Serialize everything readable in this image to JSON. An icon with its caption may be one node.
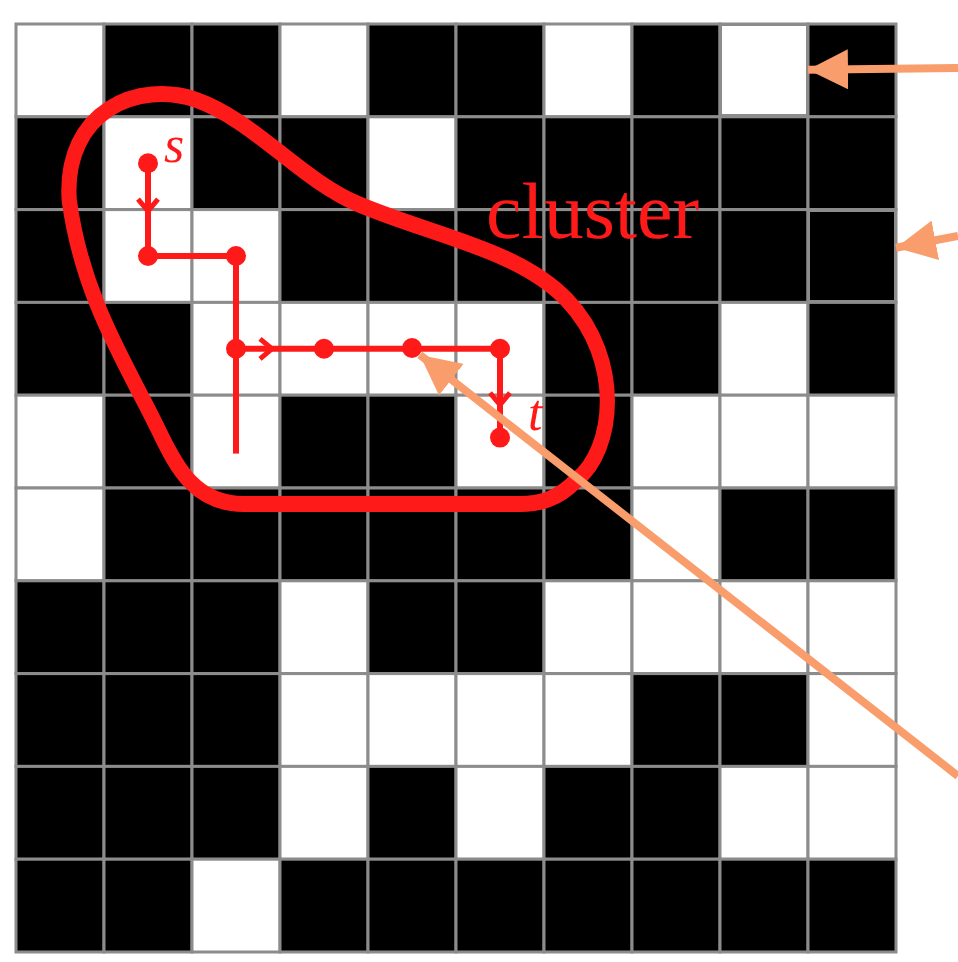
{
  "diagram": {
    "nodes": [
      {
        "text": [],
        "shape": "box"
      },
      {
        "text": [
          "cluster"
        ]
      },
      {
        "text": [],
        "shape": "box"
      },
      {
        "text": [],
        "shape": "circle",
        "in": 1
      }
    ],
    "edges": [
      {
        "from": null,
        "to": 0,
        "arrow": "to"
      },
      {
        "from": null,
        "to": 2,
        "arrow": "to"
      },
      {
        "from": null,
        "to": 3,
        "arrow": "to"
      }
    ],
    "labels": [
      "s",
      "t"
    ]
  }
}
